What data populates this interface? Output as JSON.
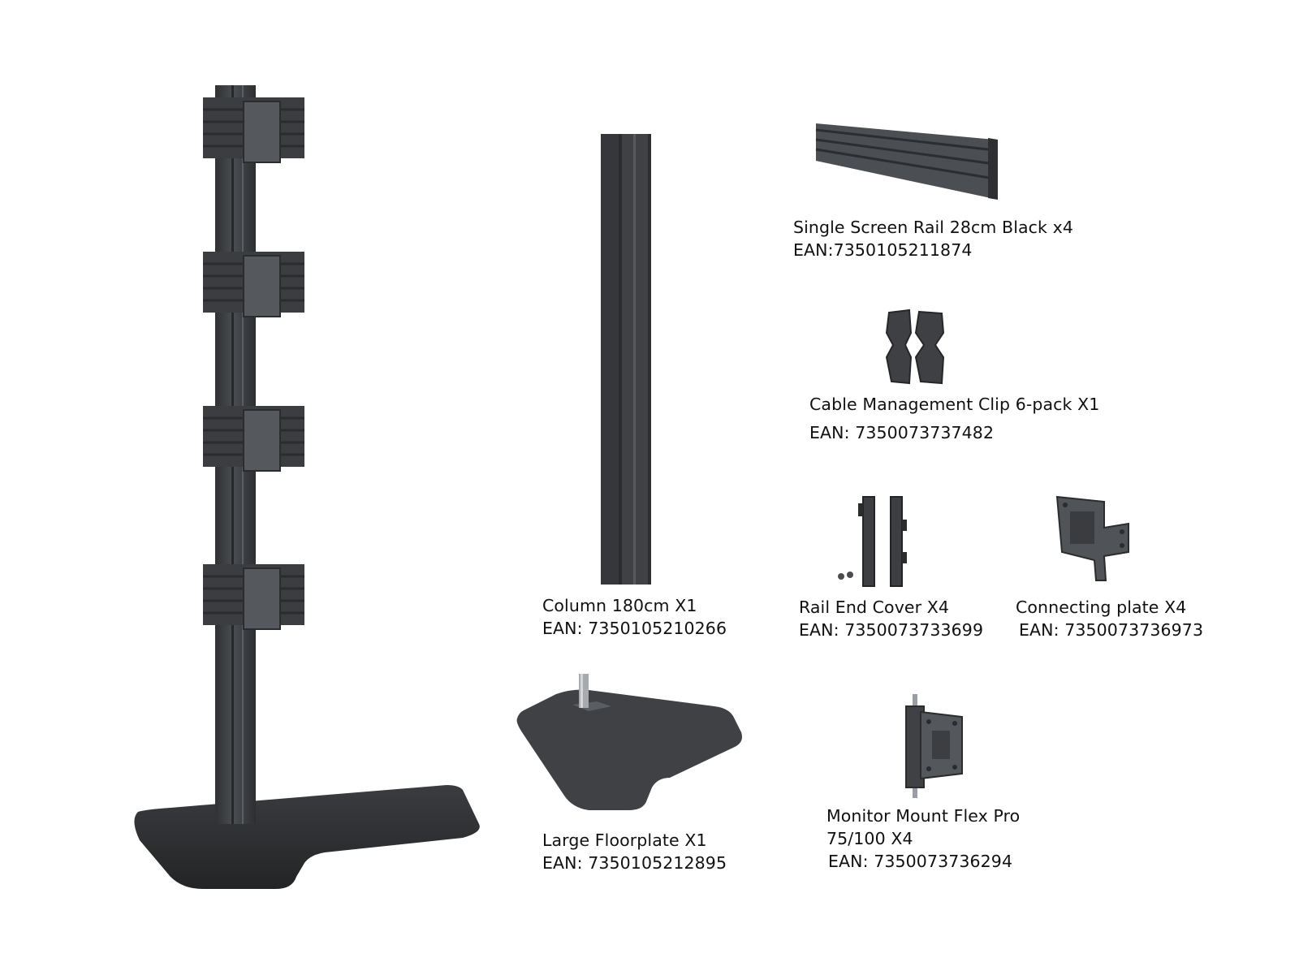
{
  "colors": {
    "metal_dark": "#3b3d40",
    "metal_mid": "#55585c",
    "metal_light": "#6f7276",
    "text": "#111111",
    "background": "#ffffff"
  },
  "parts": [
    {
      "id": "single-screen-rail",
      "name": "Single Screen Rail 28cm Black x4",
      "ean": "EAN:7350105211874"
    },
    {
      "id": "cable-management-clip",
      "name": "Cable Management Clip 6-pack X1",
      "ean": "EAN: 7350073737482"
    },
    {
      "id": "column",
      "name": "Column 180cm X1",
      "ean": "EAN: 7350105210266"
    },
    {
      "id": "rail-end-cover",
      "name": "Rail End Cover X4",
      "ean": "EAN: 7350073733699"
    },
    {
      "id": "connecting-plate",
      "name": "Connecting plate X4",
      "ean": "EAN: 7350073736973"
    },
    {
      "id": "large-floorplate",
      "name": "Large Floorplate X1",
      "ean": "EAN: 7350105212895"
    },
    {
      "id": "monitor-mount",
      "name": "Monitor Mount Flex Pro",
      "name_line2": "75/100 X4",
      "ean": "EAN: 7350073736294"
    }
  ]
}
